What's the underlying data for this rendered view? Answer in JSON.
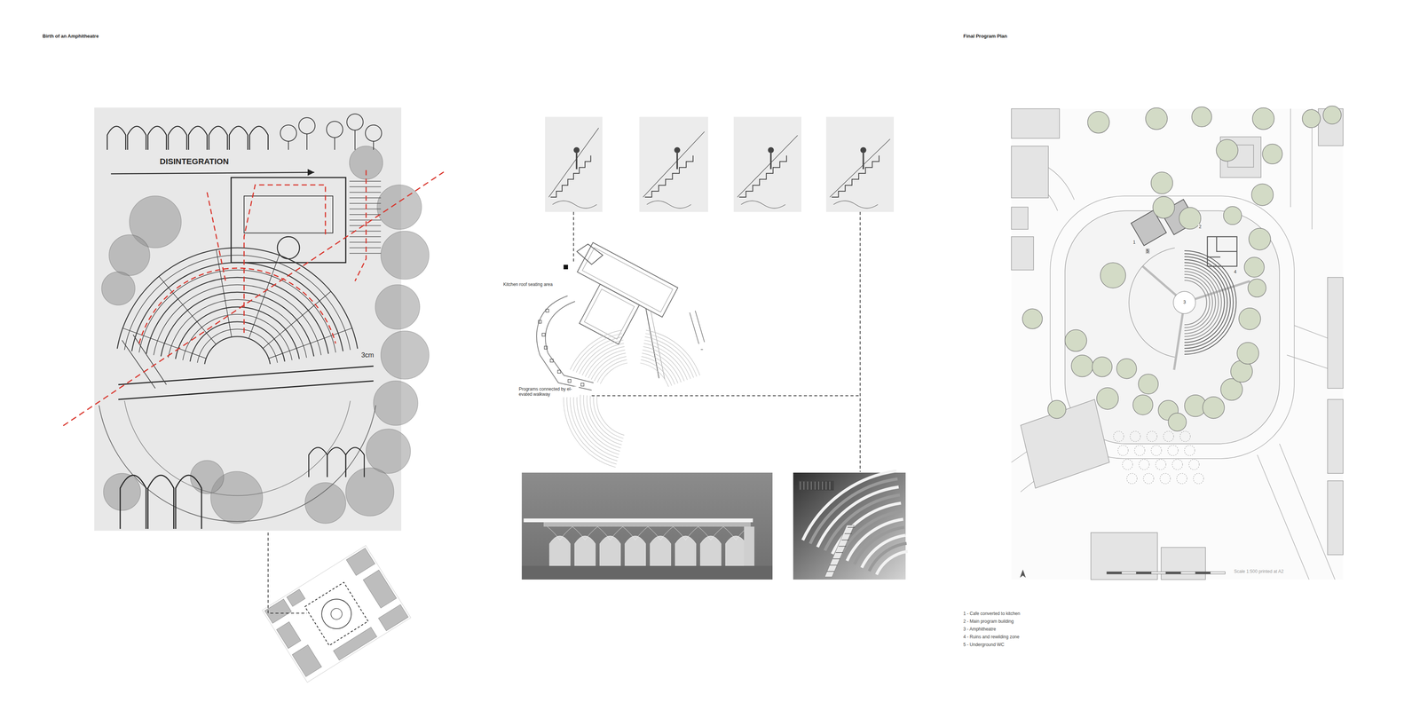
{
  "diagram": {
    "title": "Birth of an Amphitheatre",
    "labels": [
      "Final Program Plan",
      "DISINTEGRATION",
      "3cm",
      "Kitchen roof seating area",
      "Programs connected by el- evated walkway",
      "1",
      "5",
      "2",
      "4",
      "3",
      "Scale 1:500 printed at A2",
      "1 - Cafe converted to kitchen",
      "2 - Main program building",
      "3 - Amphitheatre",
      "4 - Ruins and rewilding zone",
      "5 - Underground WC"
    ]
  }
}
